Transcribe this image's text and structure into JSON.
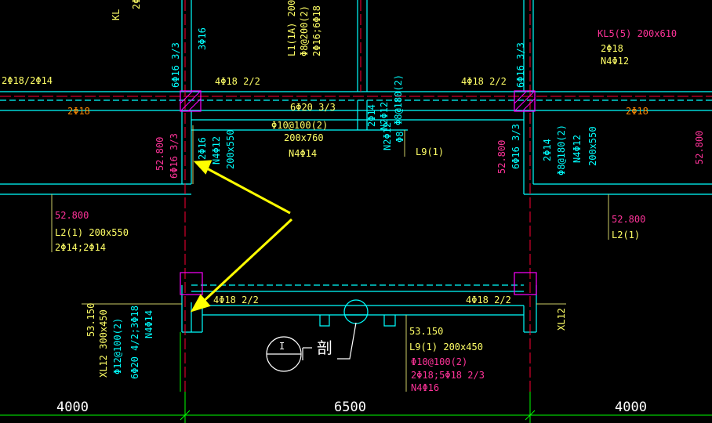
{
  "colors": {
    "background": "#000000",
    "beam_cyan": "#00ffff",
    "column_red": "#ff0033",
    "axis_green": "#00ff00",
    "label_yellow": "#ffff66",
    "label_magenta": "#ff3399",
    "label_white": "#ffffff",
    "arrow_yellow": "#ffff00",
    "hatch_magenta": "#ff00ff",
    "label_orange": "#ff8800"
  },
  "labels": {
    "top_left_kl": "KL",
    "top_left_kl_phi": "2Φ",
    "left_rebar_top": "2Φ18/2Φ14",
    "left_beam_2phi18": "2Φ18",
    "col_left_3phi16": "3Φ16",
    "col_left_6phi16": "6Φ16 3/3",
    "top_4phi18_left": "4Φ18 2/2",
    "l1_line1": "L1(1A) 200x",
    "l1_line2": "Φ8@200(2)",
    "l1_line3": "2Φ16;6Φ18",
    "mid_6phi20": "6Φ20 3/3",
    "mid_phi10": "Φ10@100(2)",
    "mid_200x760": "200x760",
    "mid_n4phi14": "N4Φ14",
    "mid_2phi14": "2Φ14",
    "mid_n2phi12": "N2Φ12",
    "mid_phi8_180": "Φ8@180(2)",
    "mid_n2phi12_b": "N2Φ12",
    "mid_phi8_b": "Φ8",
    "l9_1": "L9(1)",
    "top_4phi18_right": "4Φ18 2/2",
    "col_right_6phi16": "6Φ16 3/3",
    "kl5_title": "KL5(5) 200x610",
    "kl5_2phi18": "2Φ18",
    "kl5_n4phi12": "N4Φ12",
    "right_beam_2phi18": "2Φ18",
    "right_elev": "52.800",
    "left_elev_rot": "52.800",
    "left_6phi16_rot": "6Φ16 3/3",
    "left_2phi16": "2Φ16",
    "left_n4phi12": "N4Φ12",
    "left_200x550": "200x550",
    "mid_elev_52800": "52.800",
    "right_6phi16": "6Φ16 3/3",
    "right_2phi14": "2Φ14",
    "right_phi8_180": "Φ8@180(2)",
    "right_n4phi12": "N4Φ12",
    "right_200x550": "200x550",
    "l2_left_elev": "52.800",
    "l2_left_name": "L2(1) 200x550",
    "l2_left_rebar": "2Φ14;2Φ14",
    "l2_right_elev": "52.800",
    "l2_right_name": "L2(1)",
    "xl12_elev": "53.150",
    "xl12_name": "XL12 300x450",
    "xl12_stirrup": "Φ12@100(2)",
    "xl12_rebar": "6Φ20 4/2;3Φ18",
    "xl12_n4": "N4Φ14",
    "bottom_4phi18_left": "4Φ18 2/2",
    "bottom_4phi18_right": "4Φ18 2/2",
    "xl12_right": "XL12",
    "l9b_elev": "53.150",
    "l9b_name": "L9(1) 200x450",
    "l9b_stirrup": "Φ10@100(2)",
    "l9b_rebar": "2Φ18;5Φ18 2/3",
    "l9b_n4": "N4Φ16",
    "section_label": "剖",
    "section_symbol_top": "I",
    "dim_left": "4000",
    "dim_mid": "6500",
    "dim_right": "4000"
  }
}
